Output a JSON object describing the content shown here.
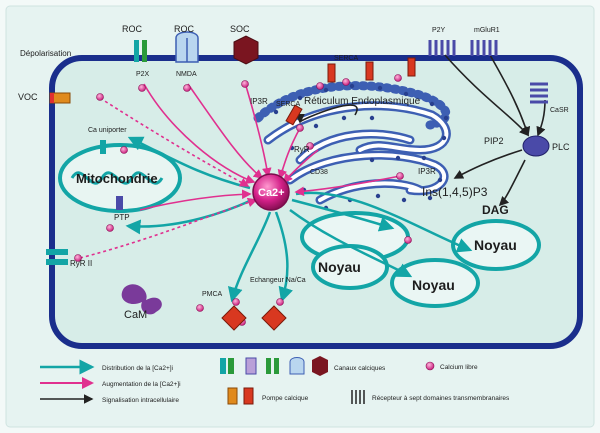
{
  "labels": {
    "roc1": "ROC",
    "roc2": "ROC",
    "soc": "SOC",
    "p2x": "P2X",
    "nmda": "NMDA",
    "depolarisation": "Dépolarisation",
    "voc": "VOC",
    "ca_uniporter": "Ca uniporter",
    "mitochondrie": "Mitochondrie",
    "ptp": "PTP",
    "ryr_membrane": "RyR II",
    "cam": "CaM",
    "pmca": "PMCA",
    "exchanger": "Echangeur Na/Ca",
    "serca_er": "SERCA",
    "serca_left": "SERCA",
    "reticulum": "Réticulum Endoplasmique",
    "ip3r_top": "IP3R",
    "ip3r_right": "IP3R",
    "ryr_er": "RyR",
    "cd38": "CD38",
    "ins": "Ins(1,4,5)P3",
    "dag": "DAG",
    "pip2": "PIP2",
    "plc": "PLC",
    "gpcr_left": "P2Y",
    "gpcr_mid": "mGluR1",
    "gpcr_right": "CaSR",
    "ca2": "Ca2+",
    "noyau1": "Noyau",
    "noyau2": "Noyau",
    "noyau3": "Noyau"
  },
  "legend": {
    "dist_label": "Distribution de la [Ca2+]i",
    "aug_label": "Augmentation de la [Ca2+]i",
    "signal_label": "Signalisation intracellulaire",
    "channels_label": "Canaux calciques",
    "free_ca_label": "Calcium libre",
    "pumps_label": "Pompe calcique",
    "receptor_label": "Récepteur à sept domaines transmembranaires"
  },
  "colors": {
    "cell_fill": "#d9eee9",
    "membrane": "#1a2e8c",
    "teal": "#13a5a6",
    "magenta": "#e0308f",
    "er": "#3d5fb3",
    "ca_center": "#d32088"
  }
}
